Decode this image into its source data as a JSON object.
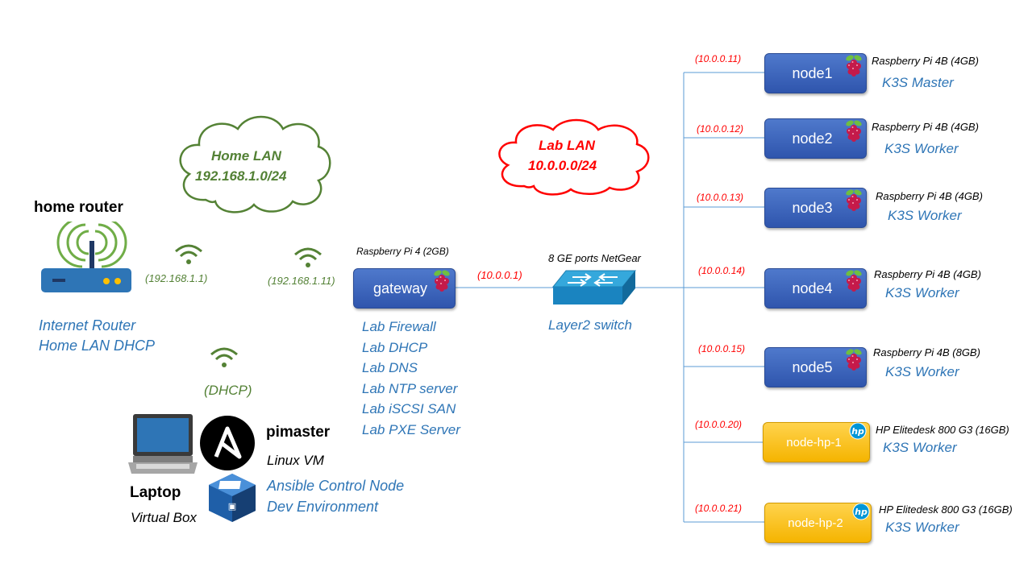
{
  "home_router": {
    "title": "home router",
    "roles": [
      "Internet Router",
      "Home LAN DHCP"
    ],
    "ip": "(192.168.1.1)"
  },
  "home_lan": {
    "name": "Home LAN",
    "subnet": "192.168.1.0/24",
    "color": "#538135"
  },
  "lab_lan": {
    "name": "Lab  LAN",
    "subnet": "10.0.0.0/24",
    "color": "#ff0000"
  },
  "gateway": {
    "label": "gateway",
    "hardware": "Raspberry Pi 4 (2GB)",
    "wifi_ip": "(192.168.1.11)",
    "lan_ip": "(10.0.0.1)",
    "roles": [
      "Lab Firewall",
      "Lab DHCP",
      "Lab DNS",
      "Lab NTP server",
      "Lab iSCSI SAN",
      "Lab PXE Server"
    ]
  },
  "switch": {
    "model": "8 GE ports NetGear",
    "role": "Layer2 switch"
  },
  "laptop": {
    "dhcp": "(DHCP)",
    "vm_name": "pimaster",
    "vm_type": "Linux VM",
    "vm_roles": [
      "Ansible Control Node",
      "Dev Environment"
    ],
    "host": "Laptop",
    "hypervisor": "Virtual Box"
  },
  "nodes": [
    {
      "label": "node1",
      "ip": "(10.0.0.11)",
      "hardware": "Raspberry Pi 4B (4GB)",
      "role": "K3S Master",
      "kind": "pi"
    },
    {
      "label": "node2",
      "ip": "(10.0.0.12)",
      "hardware": "Raspberry Pi 4B (4GB)",
      "role": "K3S Worker",
      "kind": "pi"
    },
    {
      "label": "node3",
      "ip": "(10.0.0.13)",
      "hardware": "Raspberry Pi 4B (4GB)",
      "role": "K3S Worker",
      "kind": "pi"
    },
    {
      "label": "node4",
      "ip": "(10.0.0.14)",
      "hardware": "Raspberry Pi 4B (4GB)",
      "role": "K3S Worker",
      "kind": "pi"
    },
    {
      "label": "node5",
      "ip": "(10.0.0.15)",
      "hardware": "Raspberry Pi 4B (8GB)",
      "role": "K3S Worker",
      "kind": "pi"
    },
    {
      "label": "node-hp-1",
      "ip": "(10.0.0.20)",
      "hardware": "HP Elitedesk 800 G3 (16GB)",
      "role": "K3S Worker",
      "kind": "hp"
    },
    {
      "label": "node-hp-2",
      "ip": "(10.0.0.21)",
      "hardware": "HP Elitedesk 800 G3 (16GB)",
      "role": "K3S Worker",
      "kind": "hp"
    }
  ],
  "icons": {
    "router": "wifi-router-icon",
    "wifi": "wifi-signal-icon",
    "raspberry": "raspberry-pi-logo-icon",
    "hp": "hp-logo-icon",
    "switch": "network-switch-icon",
    "laptop": "laptop-icon",
    "ansible": "ansible-logo-icon",
    "virtualbox": "virtualbox-logo-icon"
  }
}
